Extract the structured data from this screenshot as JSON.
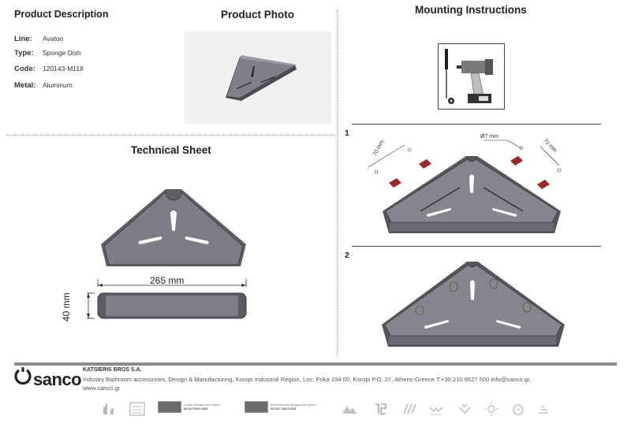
{
  "left_header": "Product Description",
  "photo_header": "Product Photo",
  "mounting_header": "Mounting Instructions",
  "technical_header": "Technical Sheet",
  "description": [
    {
      "label": "Line:",
      "value": "Avaton"
    },
    {
      "label": "Type:",
      "value": "Sponge Dish"
    },
    {
      "label": "Code:",
      "value": "120143-M118"
    },
    {
      "label": "Metal:",
      "value": "Aluminum"
    }
  ],
  "dimensions": {
    "width": "265 mm",
    "height": "40 mm"
  },
  "steps": [
    {
      "number": "1",
      "dims": [
        "70 mm",
        "Ø7 mm",
        "70 mm"
      ]
    },
    {
      "number": "2"
    }
  ],
  "footer": {
    "brand": "sanco",
    "company": "KATSIERIS BROS S.A.",
    "info": "Industry Bathroom accessories, Design & Manufacturing, Koropi Industrial Region, Loc: Poka 194 00, Koropi P.O. 27, Athens-Greece   T:+30 210 6627 500 info@sanco.gr,",
    "web": "www.sanco.gr",
    "cert_quality": "Quality Management System",
    "cert_quality_std": "EN ISO 9001:2008",
    "cert_env": "Environmental Management System",
    "cert_env_std": "EN ISO 14001:2004"
  },
  "colors": {
    "metal": "#77777e",
    "metal_dark": "#55555c",
    "divider": "#9a9a9a",
    "footer_bar": "#8c8c8c"
  }
}
